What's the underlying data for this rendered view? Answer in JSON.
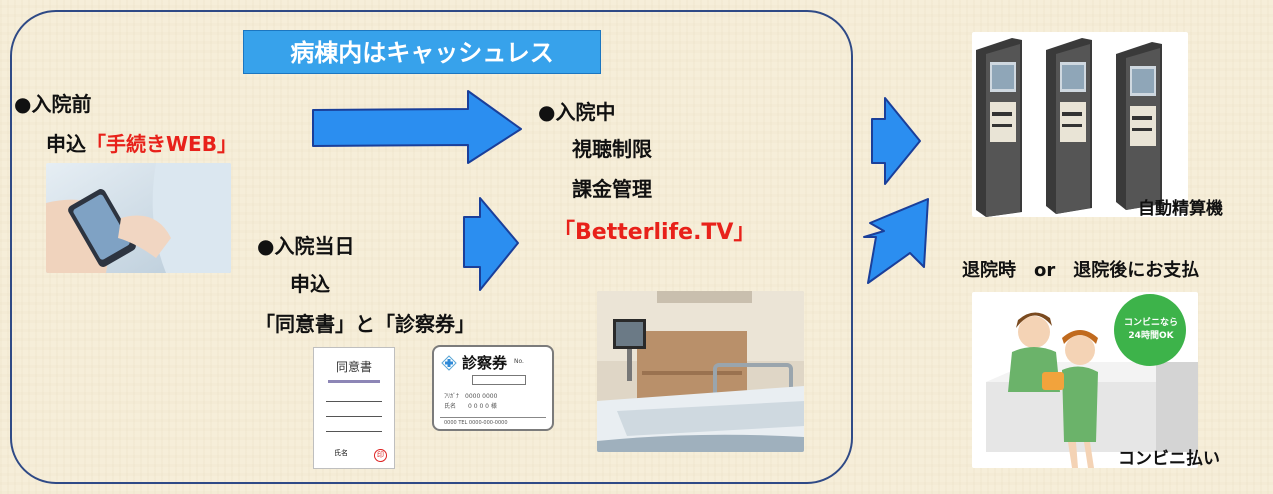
{
  "banner": "病棟内はキャッシュレス",
  "before": {
    "heading": "●入院前",
    "apply": "申込",
    "service": "「手続きWEB」"
  },
  "same_day": {
    "heading": "●入院当日",
    "apply": "申込",
    "documents": "「同意書」と「診察券」"
  },
  "during": {
    "heading": "●入院中",
    "line1": "視聴制限",
    "line2": "課金管理",
    "service": "「Betterlife.TV」"
  },
  "payment": {
    "machine_caption": "自動精算機",
    "timing": "退院時　or　退院後にお支払",
    "convenience_caption": "コンビニ払い"
  },
  "consent_form": {
    "title": "同意書",
    "sign_label": "氏名",
    "seal_char": "印"
  },
  "patient_card": {
    "title": "診察券",
    "no_label": "No.",
    "row1": "ﾌﾘｶﾞﾅ　0000 0000",
    "row2": "氏名　　0 0 0 0 様",
    "footer": "0000 TEL 0000-000-0000"
  },
  "store_bubble": {
    "line1": "コンビニなら",
    "line2": "24時間OK"
  },
  "colors": {
    "frame_border": "#2f4a86",
    "banner_bg": "#37a2eb",
    "arrow_fill": "#2b8ef0",
    "arrow_stroke": "#1a3f9a",
    "highlight_text": "#e8211a",
    "bubble": "#3db34a"
  }
}
